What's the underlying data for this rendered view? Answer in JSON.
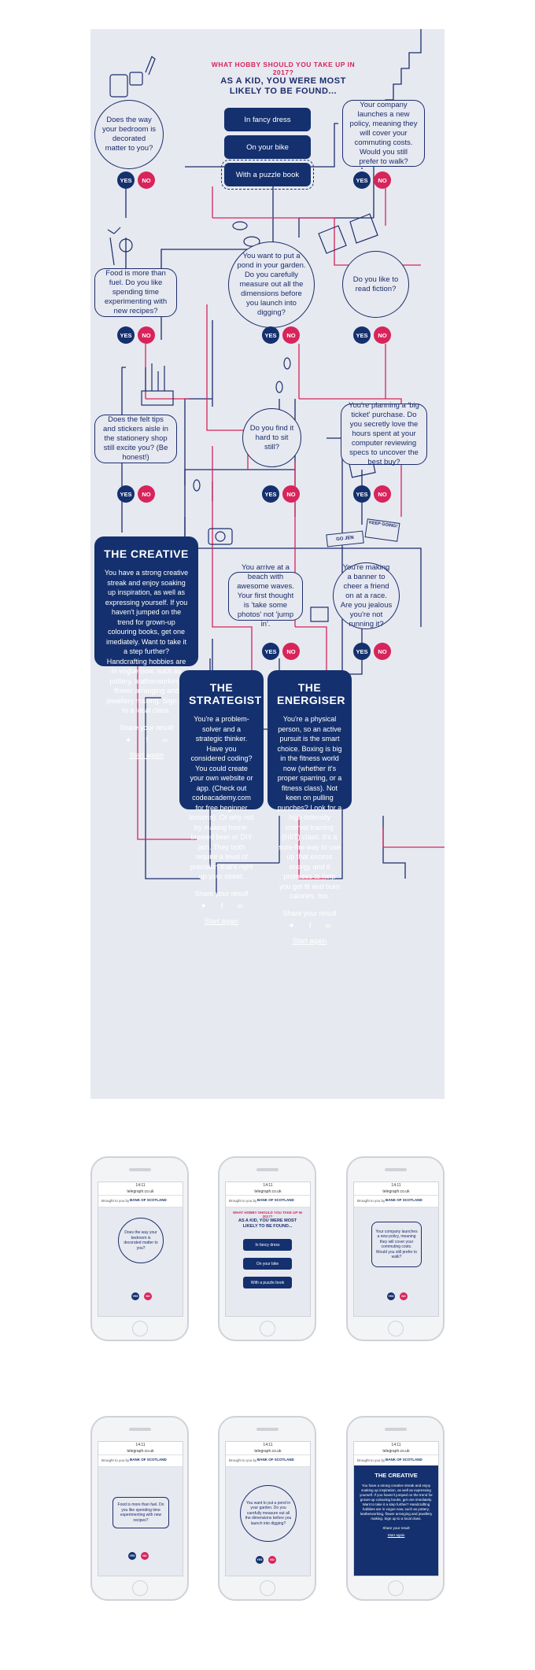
{
  "poster": {
    "title": "WHAT HOBBY SHOULD YOU TAKE UP IN 2017?",
    "subtitle": "AS A KID, YOU WERE MOST LIKELY TO BE FOUND...",
    "options": [
      "In fancy dress",
      "On your bike",
      "With a puzzle book"
    ],
    "yes_label": "YES",
    "no_label": "NO",
    "questions": {
      "bedroom": "Does the way your bedroom is decorated matter to you?",
      "commute": "Your company launches a new policy, meaning they will cover your commuting costs. Would you still prefer to walk?",
      "food": "Food is more than fuel. Do you like spending time experimenting with new recipes?",
      "pond": "You want to put a pond in your garden. Do you carefully measure out all the dimensions before you launch into digging?",
      "fiction": "Do you like to read fiction?",
      "stationery": "Does the felt tips and stickers aisle in the stationery shop still excite you? (Be honest!)",
      "sit_still": "Do you find it hard to sit still?",
      "big_ticket": "You're planning a 'big ticket' purchase. Do you secretly love the hours spent at your computer reviewing specs to uncover the best buy?",
      "beach": "You arrive at a beach with awesome waves. Your first thought is 'take some photos' not 'jump in'.",
      "banner": "You're making a banner to cheer a friend on at a race. Are you jealous you're not running it?"
    },
    "sign_text": "GO JEN",
    "sign_text_2": "KEEP GOING!",
    "results": {
      "creative": {
        "title": "THE CREATIVE",
        "body": "You have a strong creative streak and enjoy soaking up inspiration, as well as expressing yourself. If you haven't jumped on the trend for grown-up colouring books, get one imediately. Want to take it a step further? Handcrafting hobbies are in vogue now, such as pottery, leatherworking, flower arranging and jewellery making. Sign up to a local class."
      },
      "strategist": {
        "title": "THE STRATEGIST",
        "body": "You're a problem-solver and a strategic thinker. Have you considered coding? You could create your own website or app. (Check out codeacademy.com for free beginner lessons). Or why not try making home-brewed beer or DIY jam. They both require a level of precision that's right up your street."
      },
      "energiser": {
        "title": "THE ENERGISER",
        "body": "You're a physical person, so an active pursuit is the smart choice. Boxing is big in the fitness world now (whether it's proper sparring, or a fitness class). Not keen on pulling punches? Look for a high-intensity interval training (HIIT) class. It's a sure-fire way to use up that excess energy and it promises to help you get fit and burn calories, too."
      }
    },
    "share_label": "Share your result",
    "start_again": "Start again",
    "icons": [
      "twitter-icon",
      "facebook-icon",
      "link-icon"
    ]
  },
  "phones": {
    "status_time": "14:11",
    "url": "telegraph.co.uk",
    "sponsor": "Brought to you by",
    "bank": "BANK OF SCOTLAND"
  },
  "colors": {
    "navy": "#14306e",
    "pink": "#d8245b",
    "bg": "#e6e9f0"
  }
}
